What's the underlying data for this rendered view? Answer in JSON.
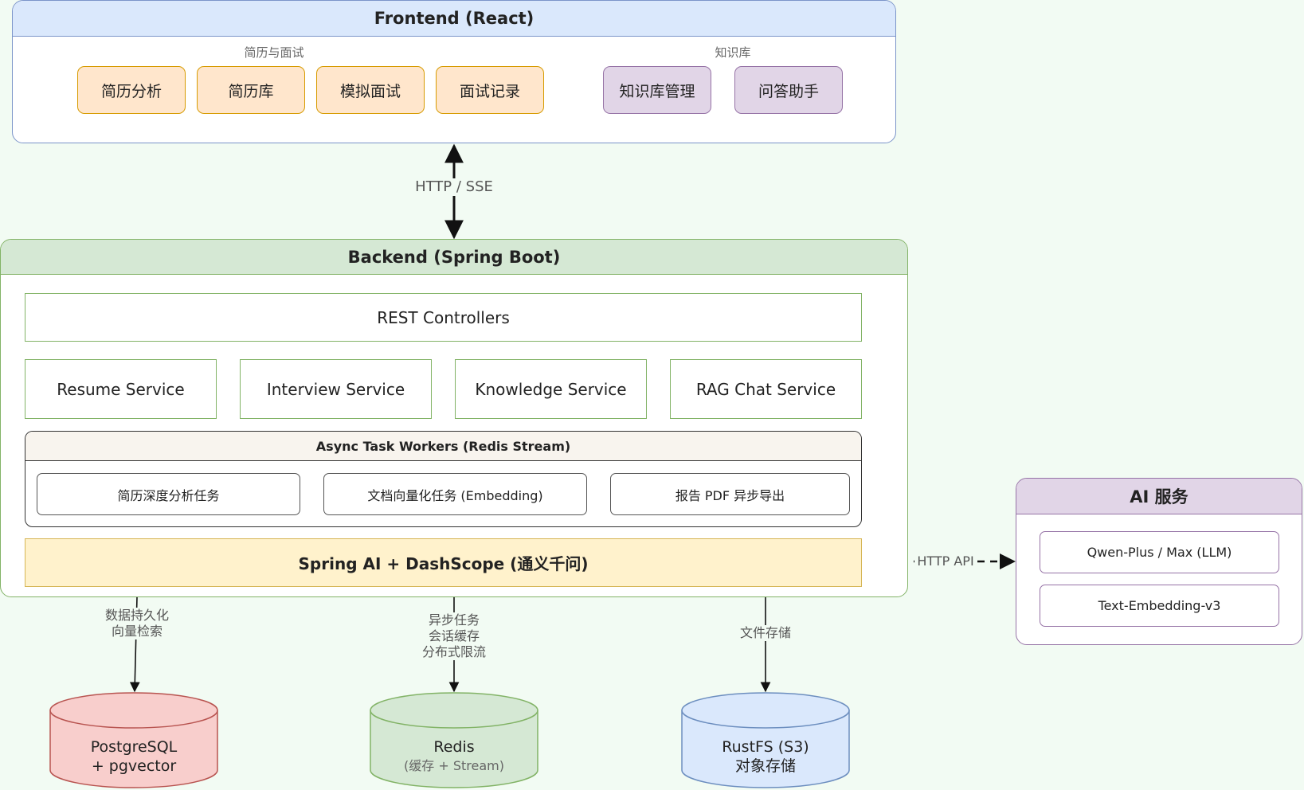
{
  "frontend": {
    "title": "Frontend (React)",
    "group_resume_label": "简历与面试",
    "group_kb_label": "知识库",
    "items": [
      "简历分析",
      "简历库",
      "模拟面试",
      "面试记录",
      "知识库管理",
      "问答助手"
    ]
  },
  "connection_frontend_backend": {
    "label": "HTTP / SSE"
  },
  "backend": {
    "title": "Backend (Spring Boot)",
    "controllers": "REST Controllers",
    "services": [
      "Resume Service",
      "Interview Service",
      "Knowledge Service",
      "RAG Chat Service"
    ],
    "async": {
      "title": "Async Task Workers (Redis Stream)",
      "tasks": [
        "简历深度分析任务",
        "文档向量化任务 (Embedding)",
        "报告 PDF 异步导出"
      ]
    },
    "spring_ai": "Spring AI + DashScope (通义千问)"
  },
  "ai": {
    "title": "AI 服务",
    "items": [
      "Qwen-Plus / Max (LLM)",
      "Text-Embedding-v3"
    ],
    "link_label": "HTTP API"
  },
  "storage": {
    "postgres": {
      "edge_line1": "数据持久化",
      "edge_line2": "向量检索",
      "line1": "PostgreSQL",
      "line2": "+ pgvector"
    },
    "redis": {
      "edge_line1": "异步任务",
      "edge_line2": "会话缓存",
      "edge_line3": "分布式限流",
      "line1": "Redis",
      "line2": "(缓存 + Stream)"
    },
    "rustfs": {
      "edge_line1": "文件存储",
      "line1": "RustFS (S3)",
      "line2": "对象存储"
    }
  },
  "colors": {
    "frontend_header": "#dae8fc",
    "backend_header": "#d5e8d4",
    "resume_chip": "#ffe6cc",
    "kb_chip": "#e1d5e7",
    "spring_ai": "#fff2cc",
    "postgres": "#f8cecc",
    "redis": "#d5e8d4",
    "rustfs": "#dae8fc"
  }
}
